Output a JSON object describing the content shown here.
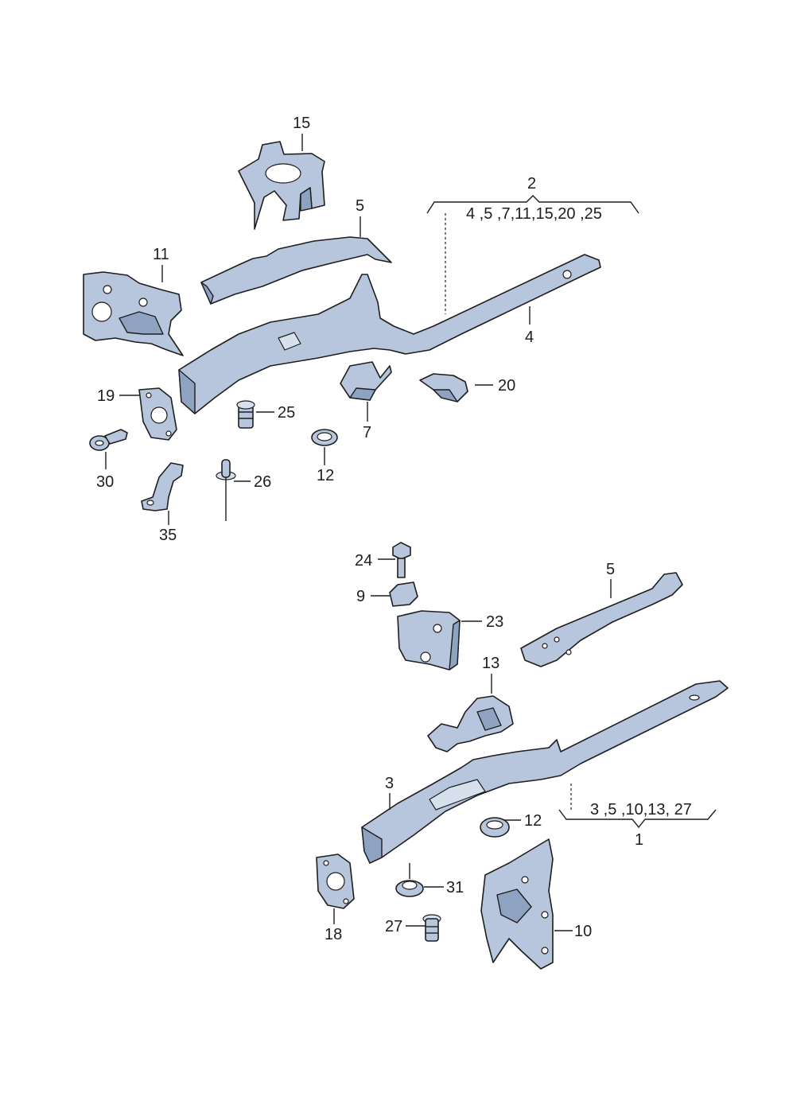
{
  "callouts": {
    "c15": "15",
    "c5a": "5",
    "c11": "11",
    "c2": "2",
    "group2_list": "4 ,5 ,7,11,15,20 ,25",
    "c4": "4",
    "c19": "19",
    "c25": "25",
    "c7": "7",
    "c20": "20",
    "c30": "30",
    "c12a": "12",
    "c26": "26",
    "c35": "35",
    "c24": "24",
    "c9": "9",
    "c23": "23",
    "c5b": "5",
    "c13": "13",
    "c3": "3",
    "c12b": "12",
    "group1_list": "3 ,5 ,10,13, 27",
    "c1": "1",
    "c31": "31",
    "c18": "18",
    "c27": "27",
    "c10": "10"
  },
  "colors": {
    "part_fill": "#b7c6dc",
    "part_shade": "#8ea3c2",
    "outline": "#1e1e1e"
  }
}
